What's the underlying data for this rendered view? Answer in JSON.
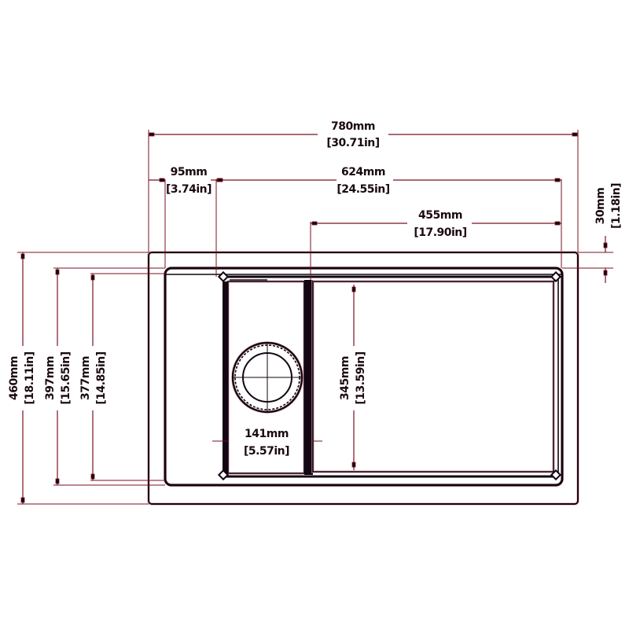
{
  "drawing": {
    "title": "Sink dimension drawing",
    "colors": {
      "line": "#120612",
      "dimension_line": "#7a1020",
      "halo": "#e8a0a8",
      "background": "#ffffff"
    },
    "dimensions": {
      "overall_width": {
        "mm": "780mm",
        "in": "[30.71in]"
      },
      "left_margin": {
        "mm": "95mm",
        "in": "[3.74in]"
      },
      "inner_width": {
        "mm": "624mm",
        "in": "[24.55in]"
      },
      "main_bowl_width": {
        "mm": "455mm",
        "in": "[17.90in]"
      },
      "rim_depth": {
        "mm": "30mm",
        "in": "[1.18in]"
      },
      "overall_height": {
        "mm": "460mm",
        "in": "[18.11in]"
      },
      "inner_height": {
        "mm": "397mm",
        "in": "[15.65in]"
      },
      "bowl_height": {
        "mm": "377mm",
        "in": "[14.85in]"
      },
      "main_bowl_height": {
        "mm": "345mm",
        "in": "[13.59in]"
      },
      "small_bowl_width": {
        "mm": "141mm",
        "in": "[5.57in]"
      }
    },
    "features": {
      "drain": "circular-drain-with-crosshair",
      "bowls": [
        "small-prep-bowl",
        "main-bowl"
      ]
    }
  }
}
